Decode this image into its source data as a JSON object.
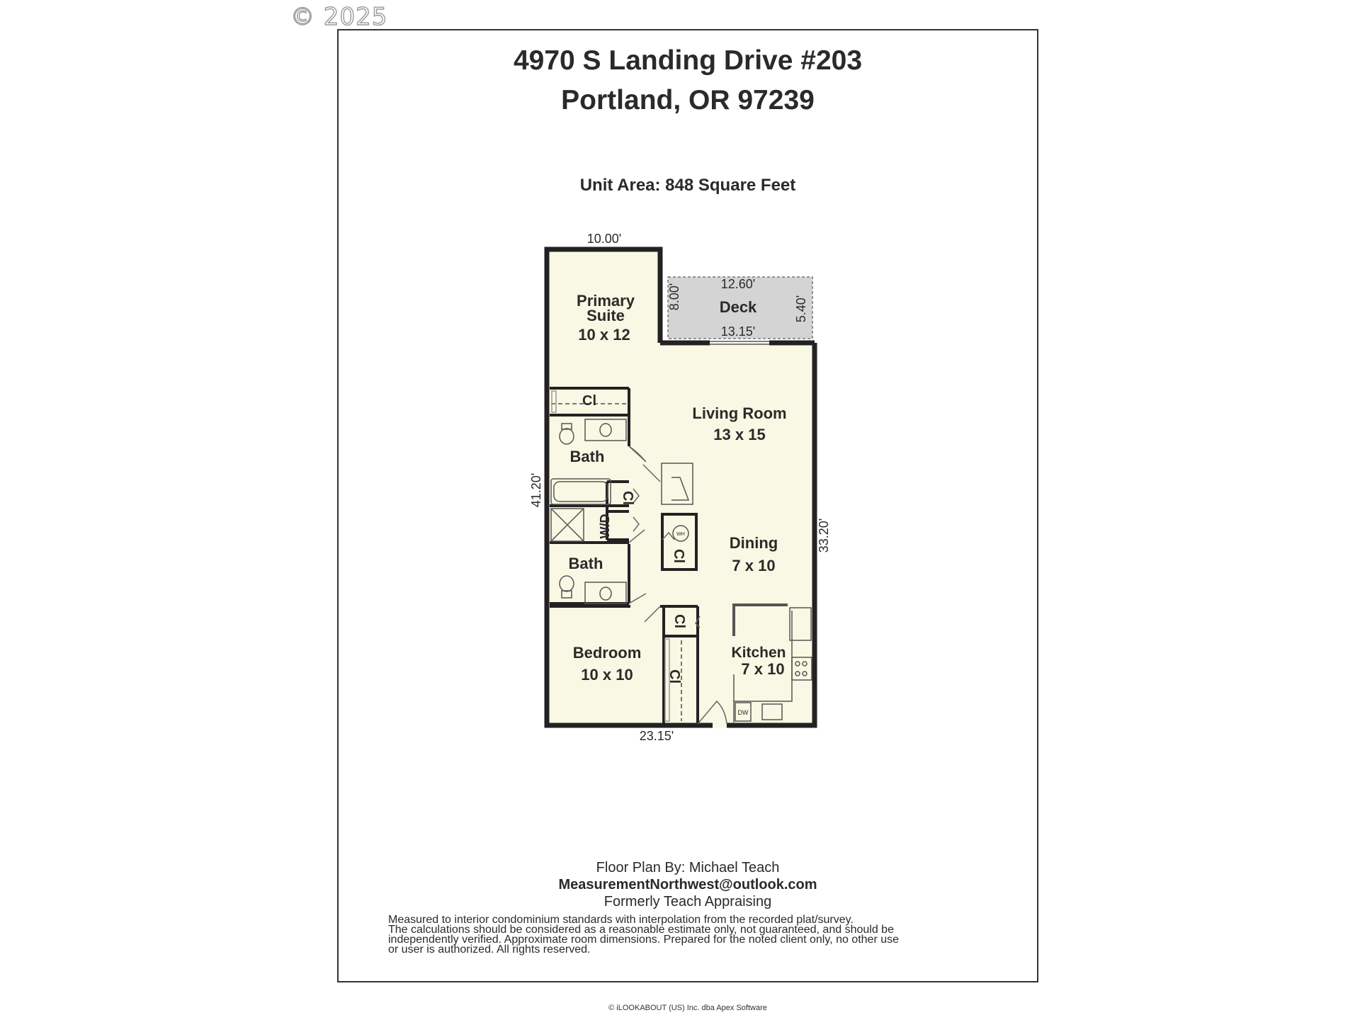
{
  "watermark": "© 2025",
  "header": {
    "address_line1": "4970 S Landing Drive #203",
    "address_line2": "Portland, OR 97239",
    "unit_area": "Unit Area:  848 Square Feet"
  },
  "rooms": {
    "primary_suite": {
      "name_line1": "Primary",
      "name_line2": "Suite",
      "size": "10 x 12"
    },
    "deck": {
      "name": "Deck"
    },
    "living_room": {
      "name": "Living Room",
      "size": "13 x 15"
    },
    "dining": {
      "name": "Dining",
      "size": "7 x 10"
    },
    "bedroom": {
      "name": "Bedroom",
      "size": "10 x 10"
    },
    "kitchen": {
      "name": "Kitchen",
      "size": "7 x 10"
    },
    "bath_upper": {
      "name": "Bath"
    },
    "bath_lower": {
      "name": "Bath"
    },
    "closet_label": "Cl",
    "wd_label": "W/D",
    "wh_label": "WH",
    "dw_label": "DW"
  },
  "dimensions": {
    "top": "10.00'",
    "deck_top": "12.60'",
    "deck_bottom": "13.15'",
    "deck_left": "8.00'",
    "deck_right": "5.40'",
    "left": "41.20'",
    "right": "33.20'",
    "bottom": "23.15'"
  },
  "credits": {
    "line1": "Floor Plan By: Michael Teach",
    "email": "MeasurementNorthwest@outlook.com",
    "line3": "Formerly Teach Appraising"
  },
  "disclaimer": [
    "Measured to interior condominium standards with interpolation from the recorded plat/survey.",
    "The calculations should be considered as a reasonable estimate only, not guaranteed, and should be",
    "independently verified. Approximate room dimensions. Prepared for the noted client only, no other use",
    "or user is authorized. All rights reserved."
  ],
  "footer": "© iLOOKABOUT (US) Inc. dba Apex Software",
  "colors": {
    "floor": "#f8f8e4",
    "deck": "#d4d4d4",
    "wall": "#222222"
  }
}
